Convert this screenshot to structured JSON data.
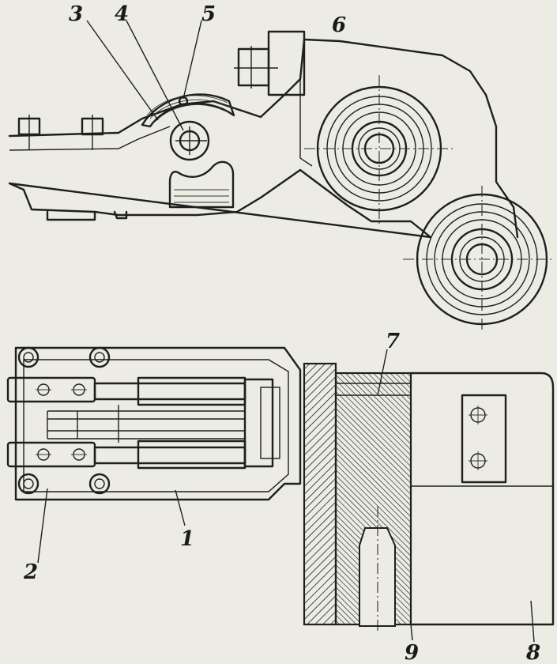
{
  "labels": {
    "n1": "1",
    "n2": "2",
    "n3": "3",
    "n4": "4",
    "n5": "5",
    "n6": "6",
    "n7": "7",
    "n8": "8",
    "n9": "9"
  },
  "colors": {
    "paper": "#ecece4",
    "ink": "#1f1f1f"
  }
}
